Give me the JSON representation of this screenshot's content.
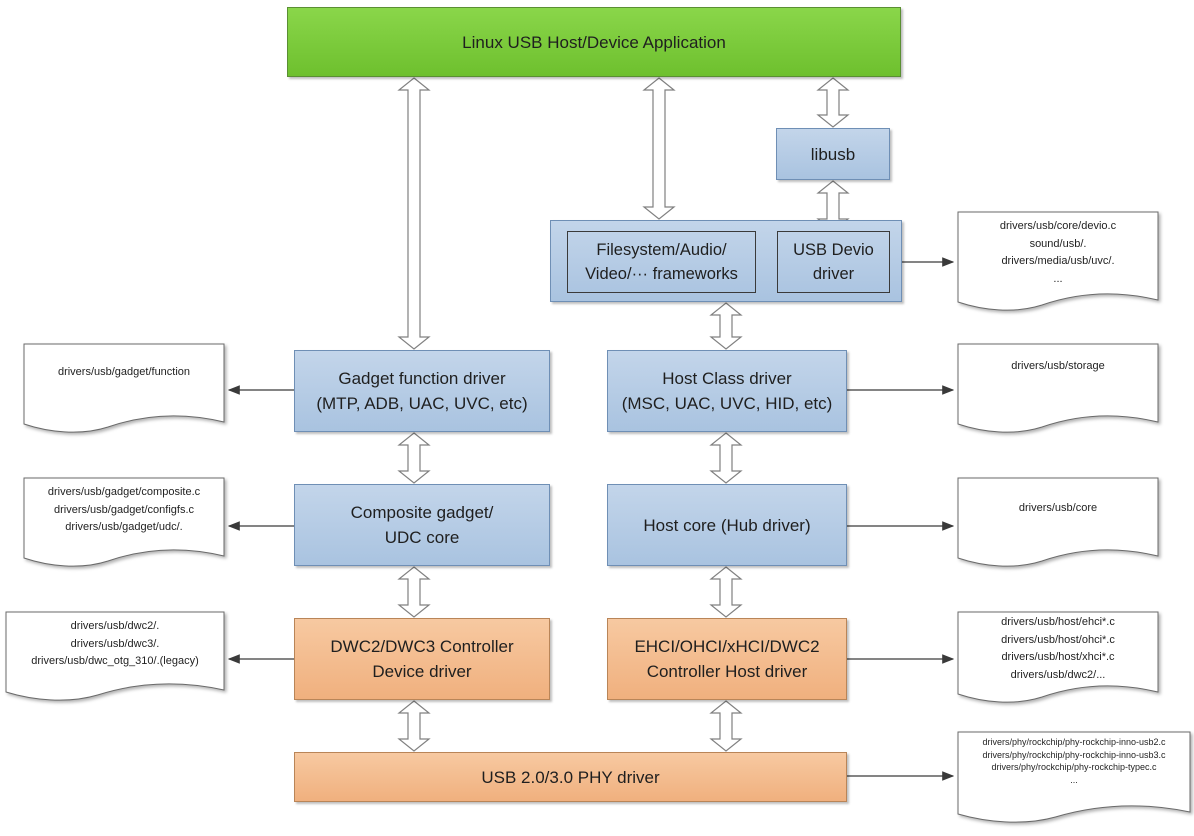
{
  "boxes": {
    "app": "Linux USB Host/Device Application",
    "libusb": "libusb",
    "fs_line1": "Filesystem/Audio/",
    "fs_line2": "Video/··· frameworks",
    "devio_line1": "USB Devio",
    "devio_line2": "driver",
    "gadget_func_line1": "Gadget function driver",
    "gadget_func_line2": "(MTP, ADB, UAC, UVC, etc)",
    "host_class_line1": "Host Class driver",
    "host_class_line2": "(MSC, UAC, UVC, HID, etc)",
    "composite_line1": "Composite gadget/",
    "composite_line2": "UDC core",
    "host_core": "Host core (Hub driver)",
    "dwc_line1": "DWC2/DWC3 Controller",
    "dwc_line2": "Device driver",
    "ehci_line1": "EHCI/OHCI/xHCI/DWC2",
    "ehci_line2": "Controller Host driver",
    "phy": "USB 2.0/3.0 PHY driver"
  },
  "docs": {
    "devio": [
      "drivers/usb/core/devio.c",
      "sound/usb/.",
      "drivers/media/usb/uvc/.",
      "..."
    ],
    "gadget_function": [
      "drivers/usb/gadget/function"
    ],
    "storage": [
      "drivers/usb/storage"
    ],
    "composite": [
      "drivers/usb/gadget/composite.c",
      "drivers/usb/gadget/configfs.c",
      "drivers/usb/gadget/udc/."
    ],
    "core": [
      "drivers/usb/core"
    ],
    "dwc": [
      "drivers/usb/dwc2/.",
      "drivers/usb/dwc3/.",
      "drivers/usb/dwc_otg_310/.(legacy)"
    ],
    "host": [
      "drivers/usb/host/ehci*.c",
      "drivers/usb/host/ohci*.c",
      "drivers/usb/host/xhci*.c",
      "drivers/usb/dwc2/..."
    ],
    "phy": [
      "drivers/phy/rockchip/phy-rockchip-inno-usb2.c",
      "drivers/phy/rockchip/phy-rockchip-inno-usb3.c",
      "drivers/phy/rockchip/phy-rockchip-typec.c",
      "..."
    ]
  }
}
